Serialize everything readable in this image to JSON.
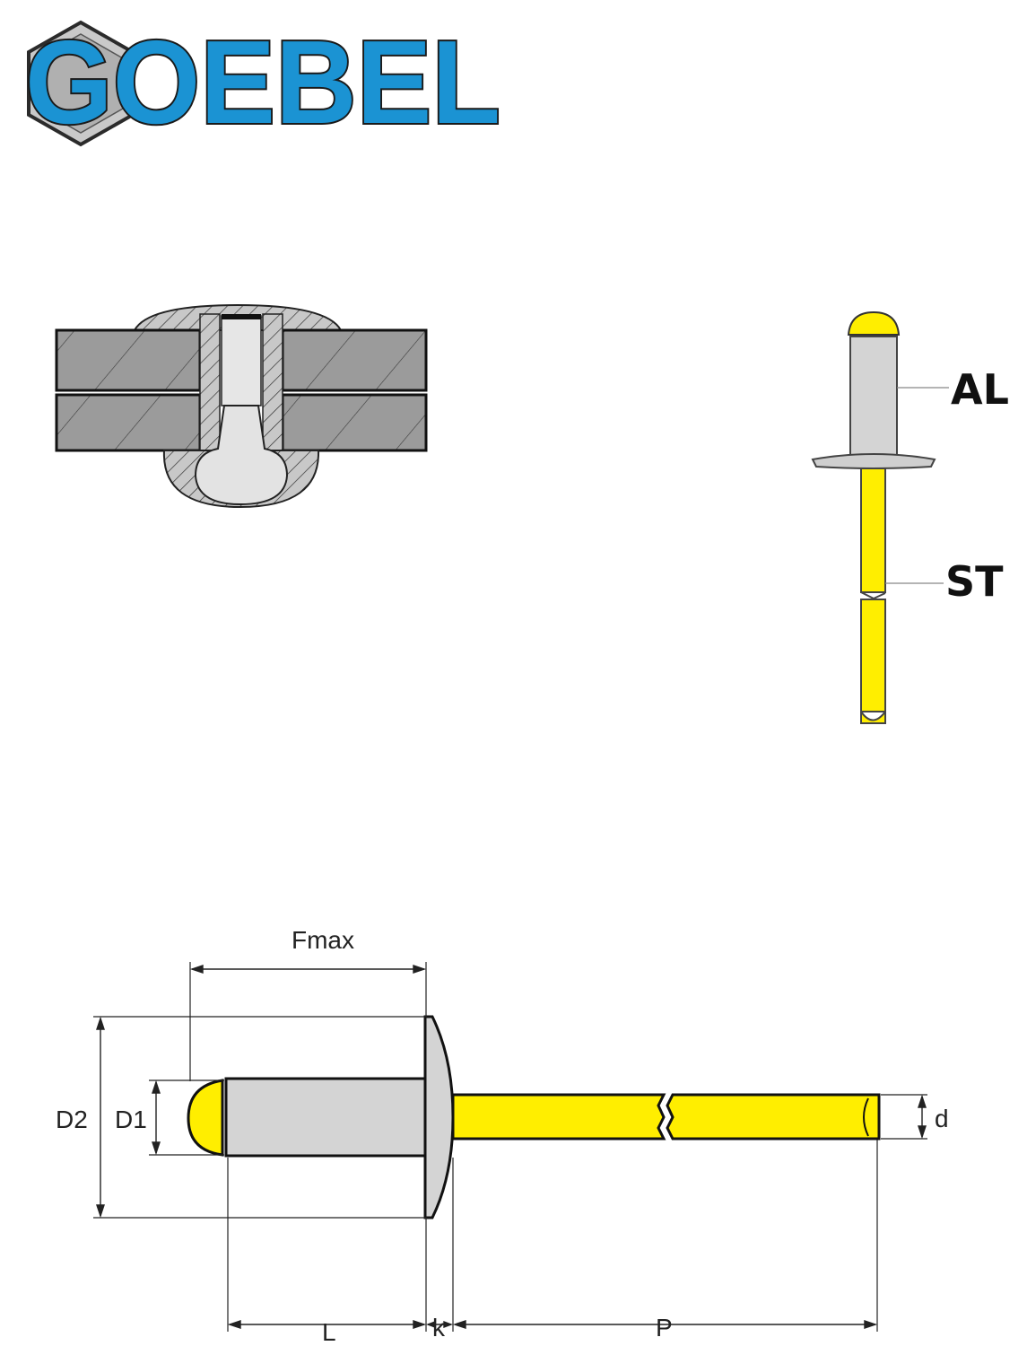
{
  "logo": {
    "text": "GOEBEL",
    "colors": {
      "brand_blue": "#1b93d3",
      "outline": "#2b2b2b",
      "hex_fill": "#c9c9c9"
    }
  },
  "material_labels": {
    "body": "AL",
    "mandrel": "ST"
  },
  "dimensions": {
    "fmax": "Fmax",
    "d2": "D2",
    "d1": "D1",
    "d": "d",
    "l": "L",
    "k": "k",
    "p": "P"
  },
  "colors": {
    "mandrel_yellow": "#ffee00",
    "aluminum_grey": "#d4d4d4",
    "plate_grey": "#9b9b9b",
    "line": "#1a1a1a"
  }
}
